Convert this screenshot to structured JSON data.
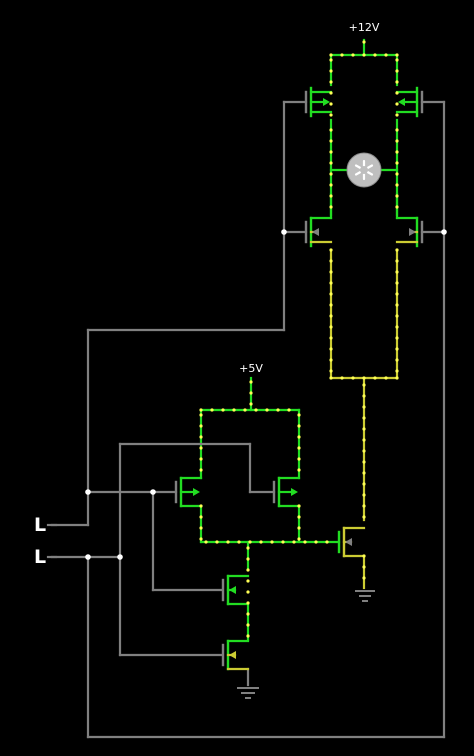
{
  "circuit": {
    "supplies": {
      "high": "+12V",
      "low": "+5V"
    },
    "inputs": [
      {
        "label": "L"
      },
      {
        "label": "L"
      }
    ],
    "colors": {
      "background": "#000000",
      "wire_high": "#22dd22",
      "wire_low": "#808080",
      "wire_mid": "#cccc33",
      "current_dot": "#ffff55",
      "text": "#ffffff",
      "motor_body": "#bfbfbf",
      "motor_symbol": "#ffffff"
    },
    "icons": {
      "motor": "motor-icon",
      "ground": "ground-icon",
      "pmos": "pmos-transistor-icon",
      "nmos": "nmos-transistor-icon",
      "input_terminal": "logic-input-icon"
    }
  }
}
